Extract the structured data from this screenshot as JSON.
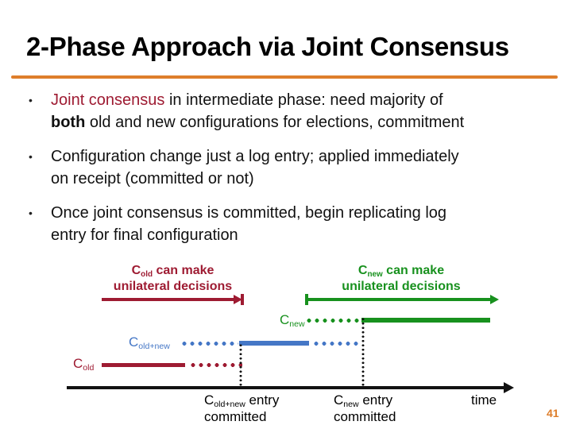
{
  "slide": {
    "title": "2-Phase Approach via Joint Consensus",
    "page_number": "41",
    "bullet_glyph": "•"
  },
  "colors": {
    "accent_orange": "#DE7E2B",
    "dark_red": "#9E1B32",
    "blue": "#4577C6",
    "green": "#18911E",
    "black": "#111111"
  },
  "bullets": [
    {
      "lines": [
        {
          "parts": [
            {
              "text": "Joint consensus"
            },
            {
              "text": " in intermediate phase: need majority of"
            }
          ]
        },
        {
          "parts": [
            {
              "text": "both"
            },
            {
              "text": " old and new configurations for elections, commitment"
            }
          ]
        }
      ]
    },
    {
      "lines": [
        {
          "parts": [
            {
              "text": "Configuration change just a log entry; applied immediately"
            }
          ]
        },
        {
          "parts": [
            {
              "text": "on receipt (committed or not)"
            }
          ]
        }
      ]
    },
    {
      "lines": [
        {
          "parts": [
            {
              "text": "Once joint consensus is committed, begin replicating log"
            }
          ]
        },
        {
          "parts": [
            {
              "text": "entry for final configuration"
            }
          ]
        }
      ]
    }
  ],
  "diagram": {
    "old_decision_label": {
      "symbol": "C",
      "subscript": "old",
      "line1_rest": " can make",
      "line2": "unilateral decisions"
    },
    "new_decision_label": {
      "symbol": "C",
      "subscript": "new",
      "line1_rest": " can make",
      "line2": "unilateral decisions"
    },
    "rows": {
      "c_old": {
        "symbol": "C",
        "subscript": "old"
      },
      "c_old_new": {
        "symbol": "C",
        "subscript": "old+new"
      },
      "c_new": {
        "symbol": "C",
        "subscript": "new"
      }
    },
    "axis_labels": {
      "old_new_committed": {
        "symbol": "C",
        "subscript": "old+new",
        "line1_rest": " entry",
        "line2": "committed"
      },
      "new_committed": {
        "symbol": "C",
        "subscript": "new",
        "line1_rest": " entry",
        "line2": "committed"
      },
      "time": "time"
    }
  }
}
